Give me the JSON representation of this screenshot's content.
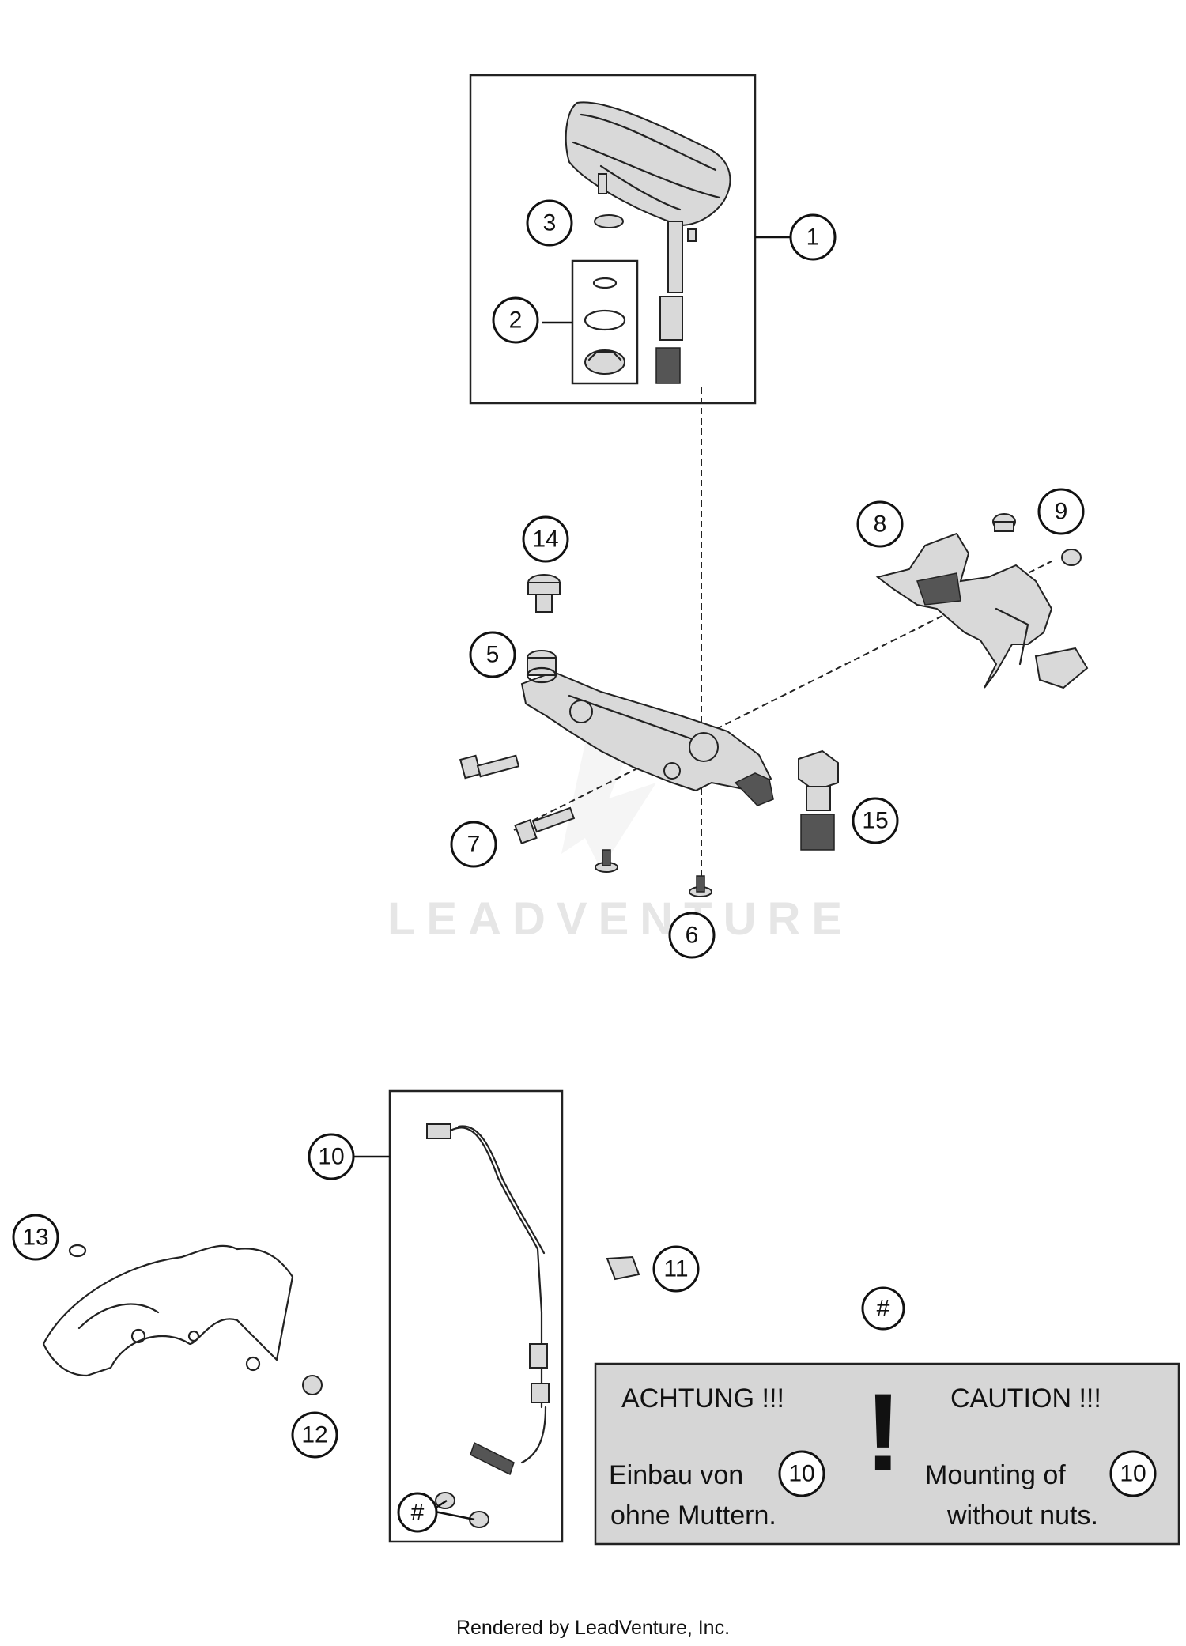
{
  "watermark": "LEADVENTURE",
  "credit": "Rendered by LeadVenture, Inc.",
  "callouts": [
    "1",
    "2",
    "3",
    "5",
    "6",
    "7",
    "8",
    "9",
    "10",
    "11",
    "12",
    "13",
    "14",
    "15",
    "#",
    "#"
  ],
  "warning": {
    "callout": "#",
    "de_title": "ACHTUNG !!!",
    "de_line1": "Einbau von",
    "de_line2": "ohne Muttern.",
    "en_title": "CAUTION !!!",
    "en_line1": "Mounting of",
    "en_line2": "without nuts.",
    "ref": "10",
    "symbol": "!"
  },
  "colors": {
    "panel": "#d6d6d6",
    "line": "#222222",
    "watermark": "#e6e6e6"
  }
}
